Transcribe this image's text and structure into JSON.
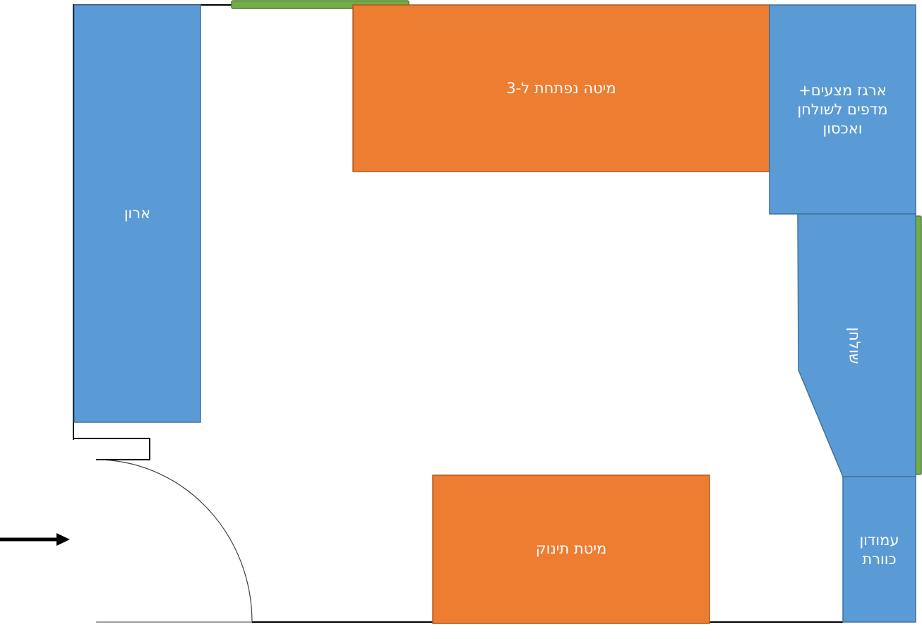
{
  "furniture": {
    "wardrobe": "ארון",
    "sofa_bed": "מיטה נפתחת ל-3",
    "storage_box": [
      "ארגז מצעים+",
      "מדפים לשולחן",
      "ואכסון"
    ],
    "desk": "שולחן",
    "crib": "מיטת תינוק",
    "nightstand": [
      "עמודון",
      "כוורת"
    ]
  },
  "colors": {
    "blue_furniture": "#5b9bd5",
    "orange_beds": "#ed7d31",
    "green_windows": "#70ad47",
    "walls": "#000000"
  },
  "icons": {
    "entrance": "arrow-right-icon",
    "door_swing": "door-arc"
  }
}
